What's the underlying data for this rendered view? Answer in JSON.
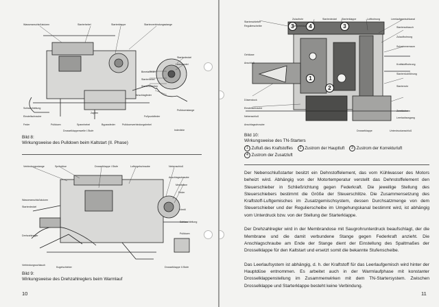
{
  "fig8": {
    "caption_title": "Bild 8:",
    "caption_text": "Wirkungsweise des Pulldown beim Kaltstart (II. Phase)",
    "labels": [
      "Wasseranschlußstutzen",
      "Starterhebel",
      "Starterklappe",
      "Starterverbindungsstange",
      "Starterdeckel",
      "Heizwendel",
      "Bimetallfeder",
      "Starterhebel",
      "Starterschieber",
      "Anschlagfeder",
      "Schlauchleitung",
      "Einstellschraube",
      "Feder",
      "Pulldown",
      "Zapfen",
      "Spannhebel",
      "Bypassfeder",
      "Pulldownverbindungshebel",
      "Pulldownstange",
      "Drosselklappenwelle I.Stufe",
      "Fußpunktfeder",
      "Indexlinie"
    ]
  },
  "fig9": {
    "caption_title": "Bild 9:",
    "caption_text": "Wirkungsweise des Drehzahlreglers beim Warmlauf",
    "labels": [
      "Verbindungsstange",
      "Spritzdüse",
      "Drosselklappe I.Stufe",
      "Luftregelschraube",
      "Nebenschluß",
      "Anschlagschraube",
      "Membrane",
      "Feder",
      "Wasseranschlußstutzen",
      "Starterdeckel",
      "Ventil",
      "Schlauchleitung",
      "Pulldown",
      "Drehzahlregler",
      "Kugelschieber",
      "Verbindungsschlauch",
      "Drosselklappe II.Stufe"
    ]
  },
  "fig10": {
    "caption_title": "Bild 10:",
    "caption_text": "Wirkungsweise des TN-Starters",
    "labels": [
      "Starterschieber",
      "Regulierscheibe",
      "Zulaufrohr",
      "Starterdeckel",
      "Starterklappe",
      "Luftbohrung",
      "Luftkorrektur",
      "Leerlaufgemischkanal",
      "Starterschlauch",
      "Zulaufbohrung",
      "Schwimmerraum",
      "Düsenstock",
      "Einstellschraube",
      "Nebenschluß",
      "Anschlagschraube",
      "Gehäuse",
      "Anschluß",
      "Kraftstoffbohrung",
      "Starterrückführung",
      "Starterrohr",
      "Zerstäuber",
      "Leerlaufausgang",
      "Unterdruckanschluß",
      "Drosselklappe"
    ],
    "legend": [
      {
        "num": "1",
        "text": "Zufluß des Kraftstoffes"
      },
      {
        "num": "2",
        "text": "Zustrom der Hauptluft"
      },
      {
        "num": "3",
        "text": "Zustrom der Korrekturluft"
      },
      {
        "num": "4",
        "text": "Zustrom der Zusatzluft"
      }
    ],
    "markers": [
      "1",
      "2",
      "3",
      "4"
    ]
  },
  "text": {
    "p1": "Der Nebenschlußstarter besitzt ein Dehnstoffelement, das vom Kühlwasser des Motors beheizt wird. Abhängig von der Motortemperatur verstellt das Dehnstoffelement den Steuerschieber in Schließrichtung gegen Federkraft. Die jeweilige Stellung des Steuerschiebers bestimmt die Größe der Steuerschlitze. Die Zusammensetzung des Kraftstoff-Luftgemisches im Zusatzgemischsystem, dessen Durchsatzmenge von dem Steuerschieber und der Regulierscheibe im Umgehungskanal bestimmt wird, ist abhängig vom Unterdruck bzw. von der Stellung der Starterklappe.",
    "p2": "Der Drehzahlregler wird in der Membrandose mit Saugrohrunterdruck beaufschlagt, der die Membrane und die damit verbundene Stange gegen Federkraft anzieht. Die Anschlagschraube am Ende der Stange dient der Einstellung des Spaltmaßes der Drosselklappe für den Kaltstart und ersetzt somit die bekannte Stufenscheibe.",
    "p3": "Das Leerlaufsystem ist abhängig, d. h. der Kraftstoff für das Leerlaufgemisch wird hinter der Hauptdüse entnommen. Es arbeitet auch in der Warmlaufphase mit konstanter Drosselklappenstellung im Zusammenwirken mit dem TN-Startersystem. Zwischen Drosselklappe und Starterklappe besteht keine Verbindung."
  },
  "page_numbers": {
    "left": "10",
    "right": "11"
  }
}
